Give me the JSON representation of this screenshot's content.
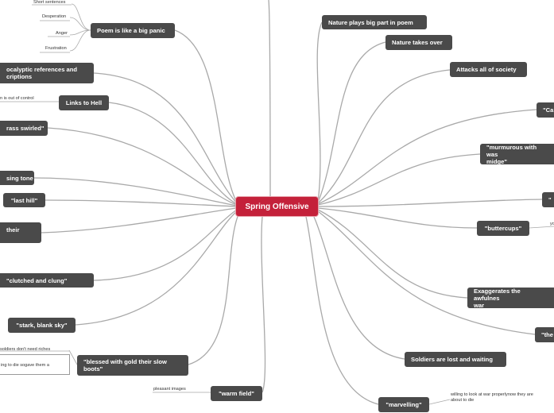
{
  "center": "Spring Offensive",
  "left_branches": {
    "panic": "Poem is like a big panic",
    "apocalyptic": "ocalyptic references and\ncriptions",
    "hell": "Links to Hell",
    "grass": "rass swirled\"",
    "tone": "sing tone",
    "last_hill": "\"last hill\"",
    "their": "their",
    "clutched": "\"clutched and clung\"",
    "stark": "\"stark, blank sky\"",
    "blessed": "\"blessed with gold their slow\nboots\"",
    "warm_field": "\"warm field\""
  },
  "right_branches": {
    "nature_big": "Nature plays big part in poem",
    "nature_over": "Nature takes over",
    "attacks": "Attacks all of society",
    "ca": "\"Ca",
    "murmurous": "\"murmurous with was\nmidge\"",
    "quote_f": "\"",
    "buttercups": "\"buttercups\"",
    "exaggerates": "Exaggerates the awfulnes\nwar",
    "the": "\"the",
    "soldiers_lost": "Soldiers are lost and waiting",
    "marvelling": "\"marvelling\""
  },
  "leaves": {
    "short_sentences": "Short sentences",
    "desperation": "Desperation",
    "anger": "Anger",
    "frustration": "Frustration",
    "out_of_control": "n is out of control",
    "riches": "soldiers don't need riches",
    "die": "ing to die sogave them a",
    "pleasant": "pleasant images",
    "yo": "yo",
    "willing": "willing to look at war properlynow they are\nabout to die"
  }
}
